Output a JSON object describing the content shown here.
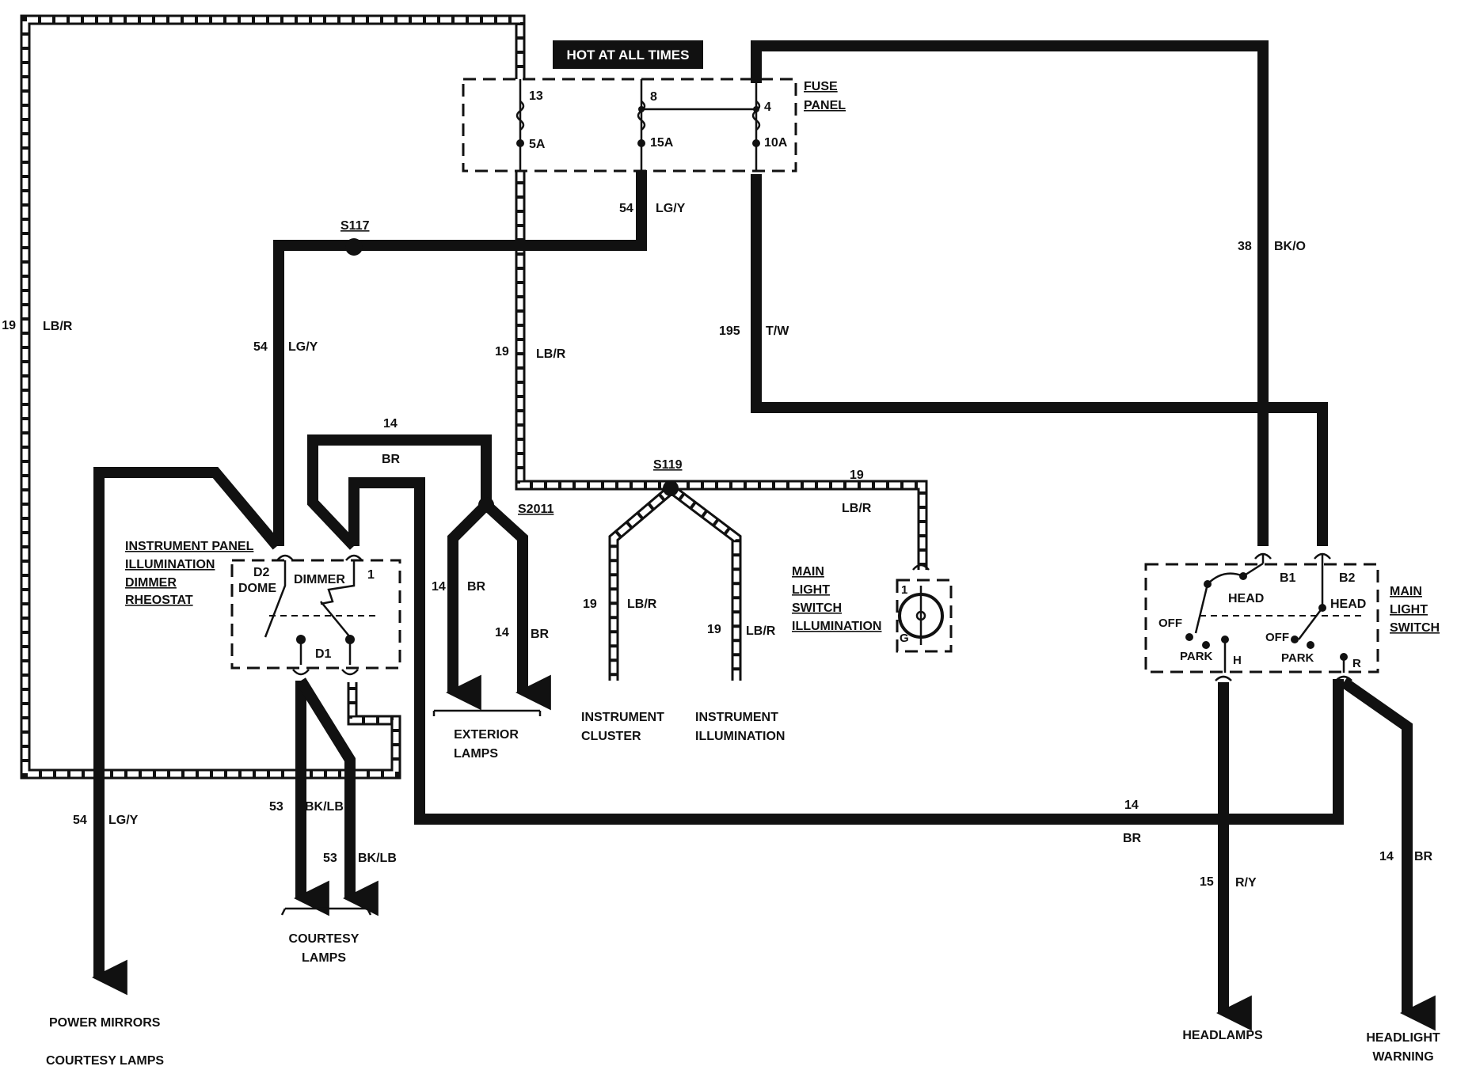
{
  "banner": "HOT AT ALL TIMES",
  "fuse_panel": {
    "title_line1": "FUSE",
    "title_line2": "PANEL",
    "fuses": [
      {
        "pin": "13",
        "rating": "5A"
      },
      {
        "pin": "8",
        "rating": "15A"
      },
      {
        "pin": "4",
        "rating": "10A"
      }
    ]
  },
  "splices": {
    "s117": "S117",
    "s119": "S119",
    "s2011": "S2011"
  },
  "wires": {
    "lbr_outer": {
      "num": "19",
      "color": "LB/R"
    },
    "lgy_top": {
      "num": "54",
      "color": "LG/Y"
    },
    "lgy_left": {
      "num": "54",
      "color": "LG/Y"
    },
    "lbr_mid": {
      "num": "19",
      "color": "LB/R"
    },
    "tw": {
      "num": "195",
      "color": "T/W"
    },
    "bko": {
      "num": "38",
      "color": "BK/O"
    },
    "br_top_num": "14",
    "br_top_color": "BR",
    "s119_right_num": "19",
    "s119_right_color": "LB/R",
    "br_ext1": {
      "num": "14",
      "color": "BR"
    },
    "br_ext2": {
      "num": "14",
      "color": "BR"
    },
    "lbr_cluster": {
      "num": "19",
      "color": "LB/R"
    },
    "lbr_illum": {
      "num": "19",
      "color": "LB/R"
    },
    "bklb1": {
      "num": "53",
      "color": "BK/LB"
    },
    "bklb2": {
      "num": "53",
      "color": "BK/LB"
    },
    "lgy_mirrors": {
      "num": "54",
      "color": "LG/Y"
    },
    "br_bottom_num": "14",
    "br_bottom_color": "BR",
    "ry": {
      "num": "15",
      "color": "R/Y"
    },
    "br_warn": {
      "num": "14",
      "color": "BR"
    }
  },
  "dimmer": {
    "title": [
      "INSTRUMENT PANEL",
      "ILLUMINATION",
      "DIMMER",
      "RHEOSTAT"
    ],
    "d2": "D2",
    "dome": "DOME",
    "dimmer": "DIMMER",
    "pin1": "1",
    "d1": "D1"
  },
  "main_switch_illum": {
    "title": [
      "MAIN",
      "LIGHT",
      "SWITCH",
      "ILLUMINATION"
    ],
    "pin1": "1",
    "pinG": "G"
  },
  "main_switch": {
    "title": [
      "MAIN",
      "LIGHT",
      "SWITCH"
    ],
    "b1": "B1",
    "b2": "B2",
    "head1": "HEAD",
    "head2": "HEAD",
    "off1": "OFF",
    "off2": "OFF",
    "park1": "PARK",
    "park2": "PARK",
    "h": "H",
    "r": "R"
  },
  "destinations": {
    "exterior": [
      "EXTERIOR",
      "LAMPS"
    ],
    "cluster": [
      "INSTRUMENT",
      "CLUSTER"
    ],
    "illumination": [
      "INSTRUMENT",
      "ILLUMINATION"
    ],
    "courtesy": [
      "COURTESY",
      "LAMPS"
    ],
    "mirrors1": "POWER MIRRORS",
    "mirrors2": "COURTESY LAMPS",
    "headlamps": "HEADLAMPS",
    "warning": [
      "HEADLIGHT",
      "WARNING"
    ]
  }
}
